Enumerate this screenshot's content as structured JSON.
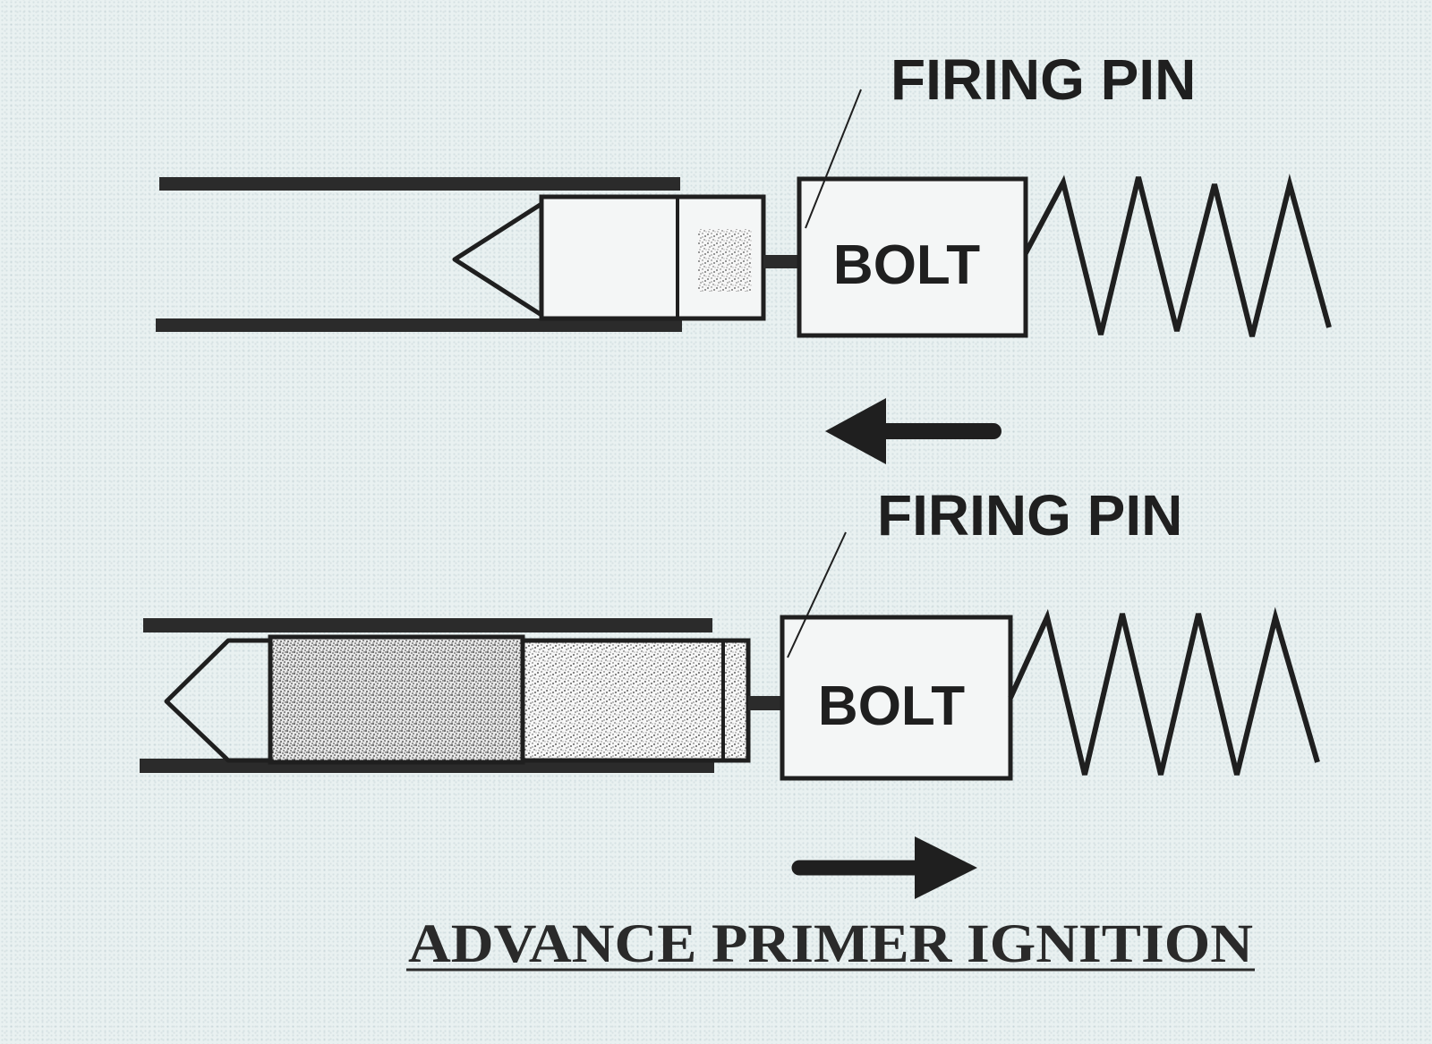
{
  "diagram": {
    "top_panel": {
      "firing_pin_label": "FIRING PIN",
      "bolt_label": "BOLT"
    },
    "bottom_panel": {
      "firing_pin_label": "FIRING PIN",
      "bolt_label": "BOLT"
    },
    "caption": "ADVANCE PRIMER IGNITION",
    "colors": {
      "ink": "#1f1f1f",
      "paper": "#e9f1f1"
    },
    "icons": {
      "top_arrow": "arrow-left-icon",
      "bottom_arrow": "arrow-right-icon"
    }
  }
}
